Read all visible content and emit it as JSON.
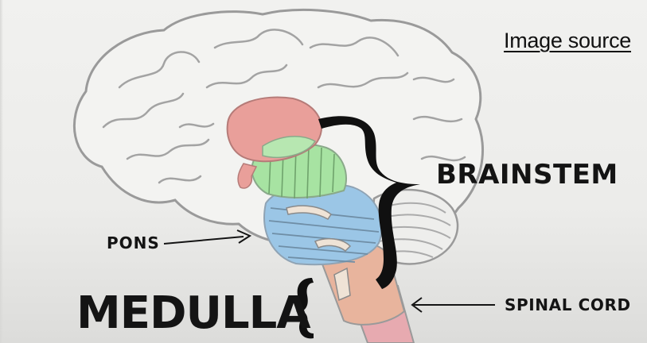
{
  "source_link": {
    "label": "Image source"
  },
  "labels": {
    "brainstem": "BRAINSTEM",
    "pons": "PONS",
    "medulla": "MEDULLA",
    "spinal_cord": "SPINAL CORD"
  },
  "colors": {
    "background": "#eeeeec",
    "outline": "#9a9a9a",
    "thalamus": "#e99f9a",
    "midbrain": "#a7e3a2",
    "pons": "#9bc6e6",
    "medulla": "#e8b49d",
    "spinal_cord": "#e7aab0",
    "ink": "#141414"
  }
}
